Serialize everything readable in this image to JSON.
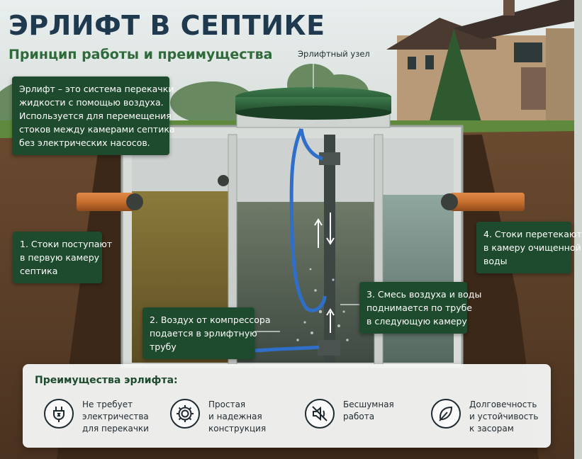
{
  "header": {
    "title": "ЭРЛИФТ В СЕПТИКЕ",
    "subtitle": "Принцип работы и преимущества"
  },
  "labels": {
    "airlift_node": "Эрлифтный узел"
  },
  "description": {
    "lines": [
      "Эрлифт – это система перекачки",
      "жидкости с помощью воздуха.",
      "Используется для перемещения",
      "стоков между камерами септика",
      "без электрических насосов."
    ]
  },
  "steps": [
    {
      "lines": [
        "1. Стоки поступают",
        "в первую камеру",
        "септика"
      ]
    },
    {
      "lines": [
        "2. Воздух от компрессора",
        "подается в эрлифтную",
        "трубу"
      ]
    },
    {
      "lines": [
        "3. Смесь воздуха и воды",
        "поднимается по трубе",
        "в следующую камеру"
      ]
    },
    {
      "lines": [
        "4. Стоки перетекают",
        "в камеру очищенной",
        "воды"
      ]
    }
  ],
  "advantages": {
    "title": "Преимущества эрлифта:",
    "items": [
      {
        "icon": "plug-icon",
        "lines": [
          "Не требует",
          "электричества",
          "для перекачки"
        ]
      },
      {
        "icon": "gear-icon",
        "lines": [
          "Простая",
          "и надежная",
          "конструкция"
        ]
      },
      {
        "icon": "mute-speaker-icon",
        "lines": [
          "Бесшумная",
          "работа"
        ]
      },
      {
        "icon": "leaf-icon",
        "lines": [
          "Долговечность",
          "и устойчивость",
          "к засорам"
        ]
      }
    ]
  },
  "colors": {
    "label_box": "#1e4a2d",
    "title": "#1f3a4f",
    "subtitle": "#2f6a3a",
    "pipe_orange": "#c8702e",
    "air_pipe": "#2f6fc9"
  }
}
